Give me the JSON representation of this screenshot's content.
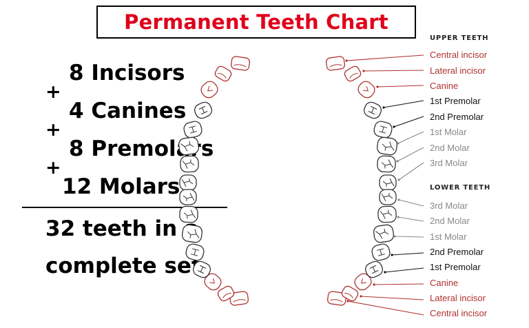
{
  "title": "Permanent Teeth Chart",
  "summary": {
    "lines": [
      "8 Incisors",
      "4 Canines",
      "8 Premolars",
      "12 Molars"
    ],
    "plus": "+",
    "total_line1": "32 teeth in a",
    "total_line2": "complete set"
  },
  "upper": {
    "heading": "UPPER TEETH",
    "labels": [
      "Central incisor",
      "Lateral incisor",
      "Canine",
      "1st Premolar",
      "2nd Premolar",
      "1st Molar",
      "2nd Molar",
      "3rd Molar"
    ]
  },
  "lower": {
    "heading": "LOWER TEETH",
    "labels": [
      "3rd Molar",
      "2nd Molar",
      "1st Molar",
      "2nd Premolar",
      "1st Premolar",
      "Canine",
      "Lateral incisor",
      "Central incisor"
    ]
  },
  "colors": {
    "title": "#e0001b",
    "incisor_canine": "#b03030",
    "premolar": "#111111",
    "molar": "#888888"
  }
}
